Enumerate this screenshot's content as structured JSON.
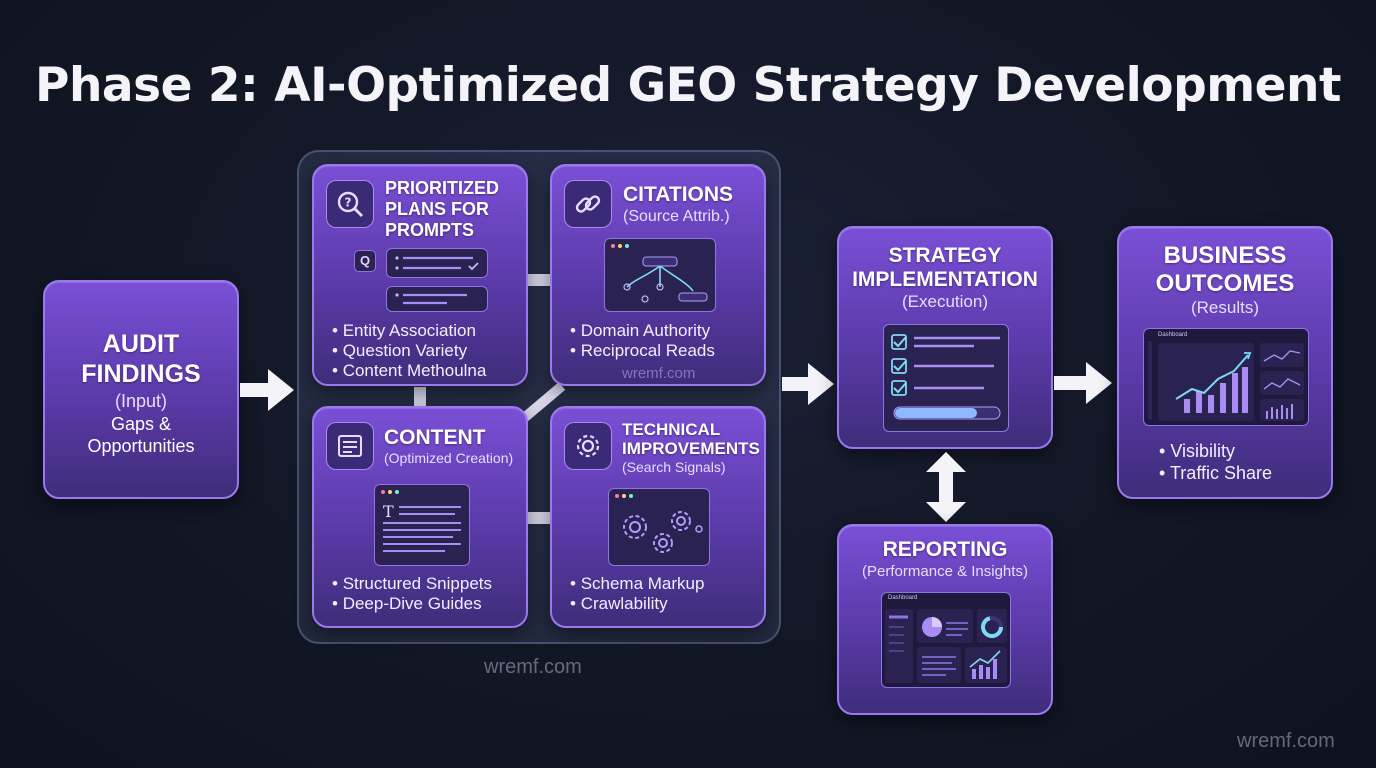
{
  "title": "Phase 2: AI-Optimized GEO Strategy Development",
  "audit": {
    "title_line1": "AUDIT",
    "title_line2": "FINDINGS",
    "sub": "(Input)",
    "desc_line1": "Gaps &",
    "desc_line2": "Opportunities"
  },
  "prioritized": {
    "title_line1": "PRIORITIZED",
    "title_line2": "PLANS FOR",
    "title_line3": "PROMPTS",
    "bullets": [
      "Entity Association",
      "Question Variety",
      "Content Methoulna"
    ]
  },
  "citations": {
    "title": "CITATIONS",
    "sub": "(Source Attrib.)",
    "bullets": [
      "Domain Authority",
      "Reciprocal Reads"
    ],
    "watermark": "wremf.com"
  },
  "content": {
    "title": "CONTENT",
    "sub": "(Optimized Creation)",
    "bullets": [
      "Structured Snippets",
      "Deep-Dive Guides"
    ]
  },
  "technical": {
    "title_line1": "TECHNICAL",
    "title_line2": "IMPROVEMENTS",
    "sub": "(Search Signals)",
    "bullets": [
      "Schema Markup",
      "Crawlability"
    ]
  },
  "implementation": {
    "title_line1": "STRATEGY",
    "title_line2": "IMPLEMENTATION",
    "sub": "(Execution)"
  },
  "outcomes": {
    "title_line1": "BUSINESS",
    "title_line2": "OUTCOMES",
    "sub": "(Results)",
    "bullets": [
      "Visibility",
      "Traffic Share"
    ],
    "dashboard_label": "Dashboard"
  },
  "reporting": {
    "title": "REPORTING",
    "sub": "(Performance & Insights)",
    "dashboard_label": "Dashboard"
  },
  "watermarks": {
    "center": "wremf.com",
    "corner": "wremf.com"
  },
  "colors": {
    "background": "#121726",
    "card": "#6a46c4",
    "card_border": "#9a78ee",
    "arrow": "#ffffff"
  }
}
